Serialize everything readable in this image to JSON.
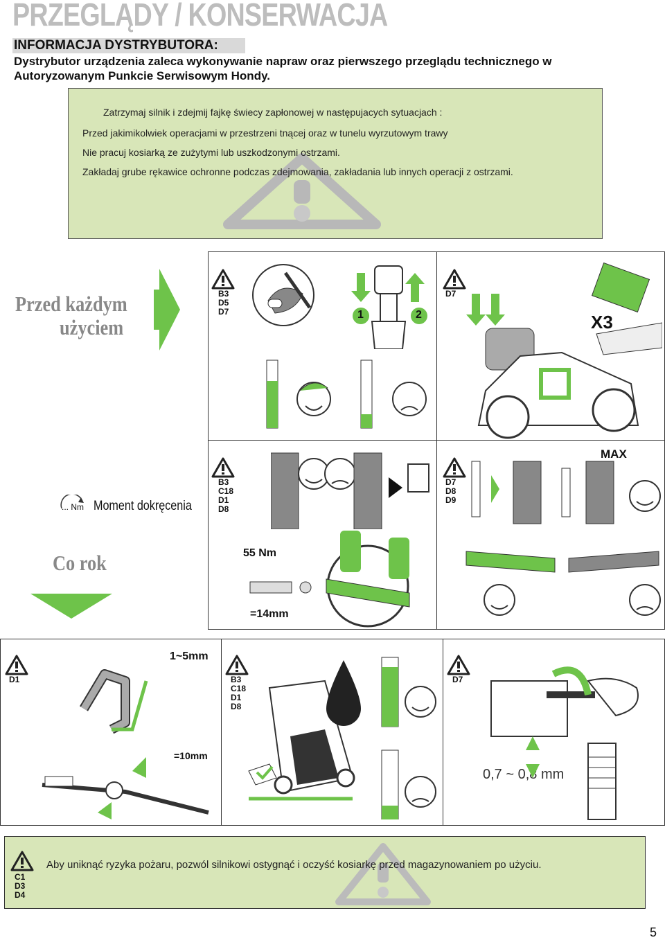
{
  "header": {
    "title": "PRZEGLĄDY / KONSERWACJA",
    "info_label": "INFORMACJA DYSTRYBUTORA:",
    "info_line1": "Dystrybutor urządzenia zaleca wykonywanie napraw oraz pierwszego przeglądu technicznego w",
    "info_line2": "Autoryzowanym Punkcie Serwisowym Hondy."
  },
  "warning": {
    "lines": [
      "Zatrzymaj silnik i zdejmij fajkę świecy zapłonowej w następujacych sytuacjach :",
      "Przed jakimikolwiek operacjami w przestrzeni tnącej oraz w tunelu wyrzutowym trawy",
      "Nie pracuj kosiarką ze zużytymi lub uszkodzonymi ostrzami.",
      "Zakładaj grube rękawice ochronne podczas zdejmowania, zakładania lub innych operacji z ostrzami."
    ]
  },
  "sections": {
    "before_each_use": [
      "Przed każdym",
      "użyciem"
    ],
    "yearly": "Co rok",
    "torque_legend": {
      "unit": "... Nm",
      "label": "Moment dokręcenia"
    }
  },
  "panels": {
    "p1": {
      "codes": [
        "B3",
        "D5",
        "D7"
      ],
      "steps": [
        "1",
        "2"
      ]
    },
    "p2": {
      "codes": [
        "D7"
      ],
      "count": "X3"
    },
    "p3": {
      "codes": [
        "B3",
        "C18",
        "D1",
        "D8"
      ],
      "torque": "55 Nm",
      "wrench": "=14mm"
    },
    "p4": {
      "codes": [
        "D7",
        "D8",
        "D9"
      ],
      "max": "MAX"
    },
    "p5": {
      "codes": [
        "D1"
      ],
      "gap": "1~5mm",
      "wrench": "=10mm"
    },
    "p6": {
      "codes": [
        "B3",
        "C18",
        "D1",
        "D8"
      ]
    },
    "p7": {
      "codes": [
        "D7"
      ],
      "gap": "0,7 ~ 0,8 mm"
    }
  },
  "bottom": {
    "codes": [
      "C1",
      "D3",
      "D4"
    ],
    "text": "Aby uniknąć ryzyka pożaru, pozwól silnikowi ostygnąć i oczyść kosiarkę przed magazynowaniem po użyciu."
  },
  "page_number": "5",
  "colors": {
    "accent_green": "#6ec34a",
    "box_green": "#d8e6b8"
  }
}
